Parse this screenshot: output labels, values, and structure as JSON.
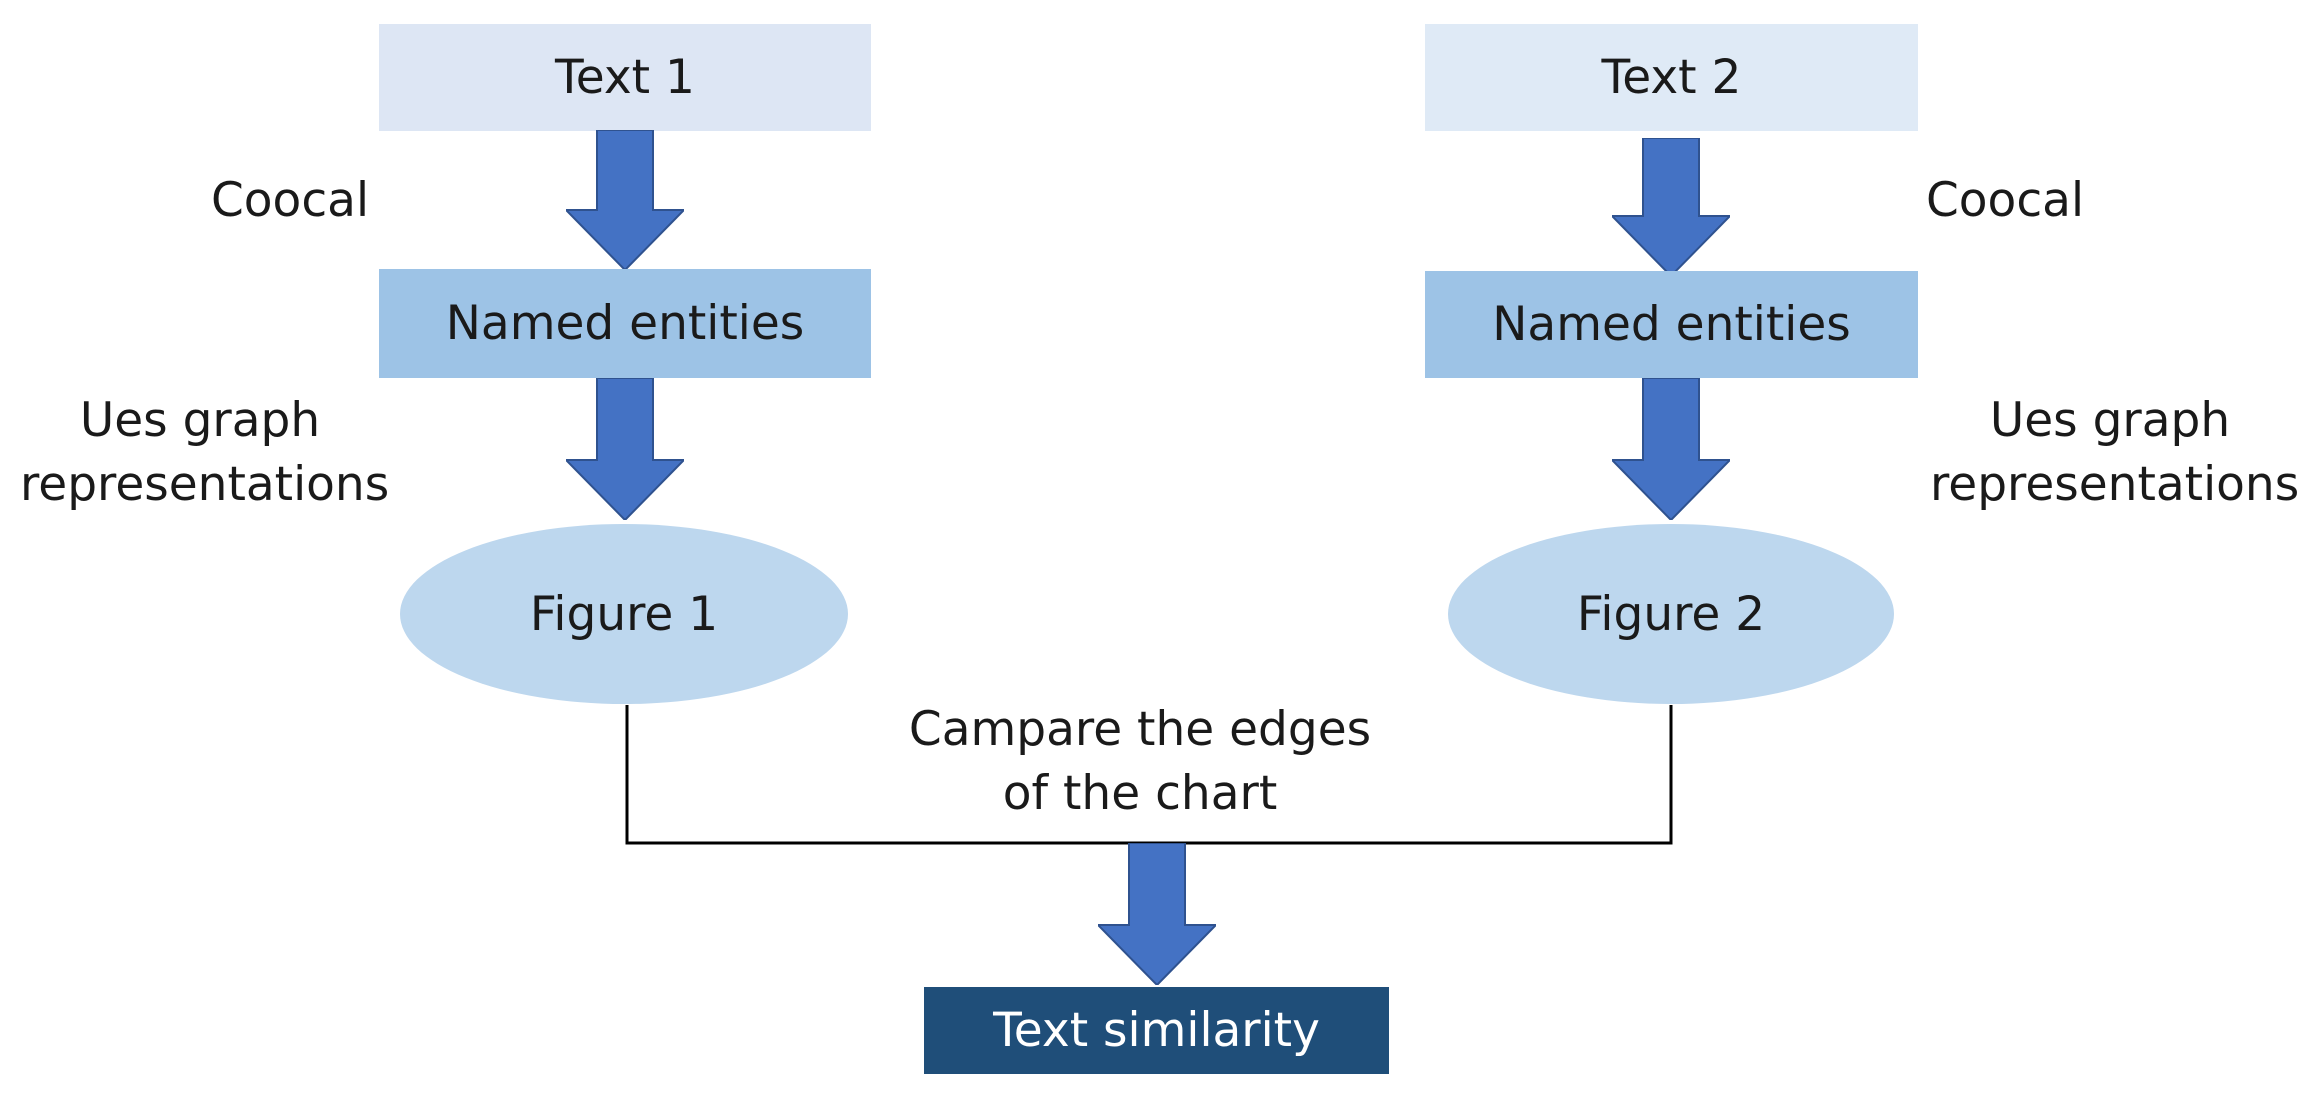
{
  "left_branch": {
    "input_label": "Text 1",
    "step1_label": "Coocal",
    "entity_label": "Named entities",
    "step2_label_line1": "Ues graph",
    "step2_label_line2": "representations",
    "figure_label": "Figure 1"
  },
  "right_branch": {
    "input_label": "Text 2",
    "step1_label": "Coocal",
    "entity_label": "Named entities",
    "step2_label_line1": "Ues graph",
    "step2_label_line2": "representations",
    "figure_label": "Figure 2"
  },
  "merge": {
    "label_line1": "Campare the edges",
    "label_line2": "of the chart"
  },
  "result": {
    "label": "Text similarity"
  },
  "colors": {
    "input_fill": "#dde6f4",
    "entity_fill": "#9dc3e6",
    "figure_fill": "#bdd7ee",
    "arrow_fill": "#4472c4",
    "result_fill": "#1f4e79",
    "line": "#000000"
  }
}
